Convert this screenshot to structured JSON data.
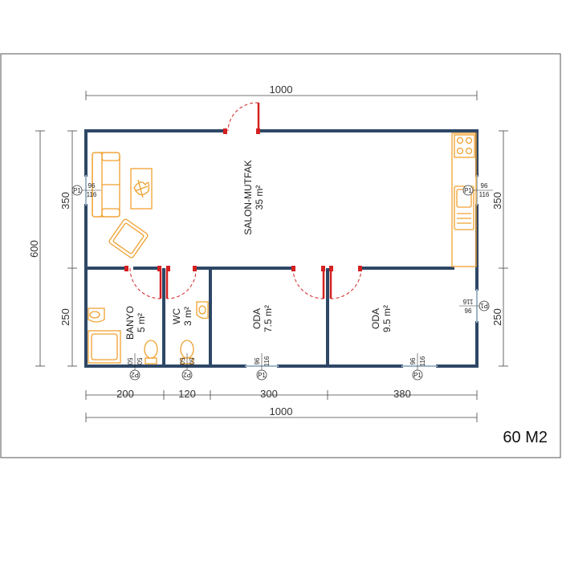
{
  "plan": {
    "total_area": "60 M2",
    "dims": {
      "top_width": "1000",
      "bottom_total": "1000",
      "left_total": "600",
      "left_upper": "350",
      "left_lower": "250",
      "right_upper": "350",
      "right_lower": "250",
      "bottom_segments": [
        "200",
        "120",
        "300",
        "380"
      ]
    },
    "rooms": [
      {
        "name": "SALON-MUTFAK",
        "area": "35 m²"
      },
      {
        "name": "BANYO",
        "area": "5 m²"
      },
      {
        "name": "WC",
        "area": "3 m²"
      },
      {
        "name": "ODA",
        "area": "7.5 m²"
      },
      {
        "name": "ODA",
        "area": "9.5 m²"
      }
    ],
    "windows": {
      "p1_label": "P1",
      "p1_width": "96",
      "p1_height": "116",
      "p2_label": "P2",
      "p2_width": "50",
      "p2_height": "50"
    },
    "colors": {
      "wall": "#2e4766",
      "furniture": "#f0a030",
      "door": "#d42020",
      "dimension": "#444444",
      "window": "#9fb6c8"
    }
  }
}
